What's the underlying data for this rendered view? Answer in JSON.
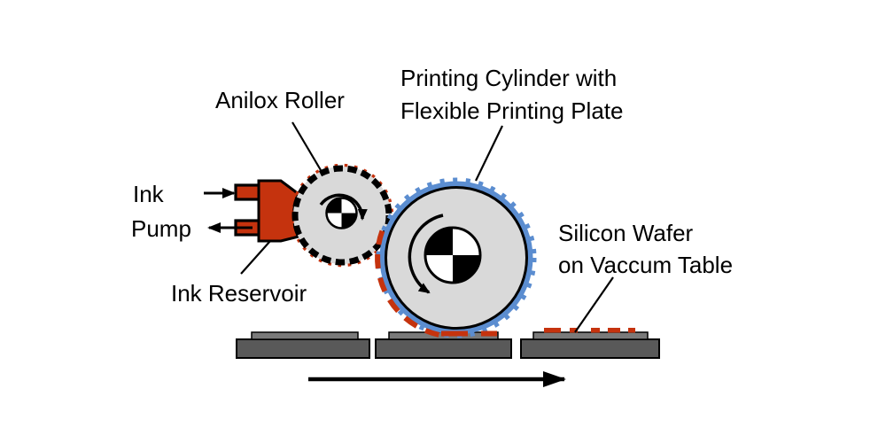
{
  "labels": {
    "anilox_roller": "Anilox Roller",
    "printing_cylinder": [
      "Printing Cylinder with",
      "Flexible Printing Plate"
    ],
    "ink": "Ink",
    "pump": "Pump",
    "ink_reservoir": "Ink Reservoir",
    "silicon_wafer": [
      "Silicon Wafer",
      "on Vaccum Table"
    ]
  },
  "icons": {
    "ink_inlet": "right-arrow-icon",
    "pump_outlet": "left-arrow-icon",
    "anilox_rotation": "clockwise-rotation-arrow-icon",
    "cylinder_rotation": "counterclockwise-rotation-arrow-icon",
    "stage_motion": "right-arrow-icon",
    "anilox_center": "center-mark-icon",
    "cylinder_center": "center-mark-icon"
  },
  "colors": {
    "ink_red": "#C5330E",
    "plate_blue": "#5B8DD0",
    "cylinder_gray": "#D9D9D9",
    "table_gray": "#595959",
    "wafer_gray": "#7A7A7A",
    "outline": "#000000",
    "background": "#FFFFFF"
  }
}
